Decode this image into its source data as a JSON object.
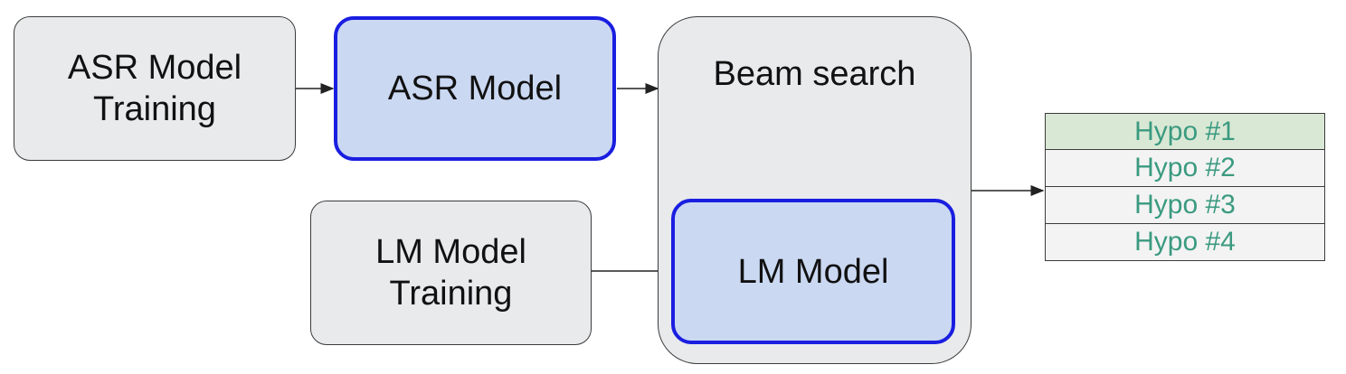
{
  "nodes": {
    "asr_training": "ASR Model Training",
    "asr_model": "ASR Model",
    "beam_search": "Beam search",
    "lm_training": "LM Model Training",
    "lm_model": "LM Model"
  },
  "hypotheses": [
    "Hypo #1",
    "Hypo #2",
    "Hypo #3",
    "Hypo #4"
  ],
  "colors": {
    "training_fill": "#e8eaeb",
    "model_fill": "#cad8f2",
    "model_border": "#1a1ee0",
    "hypo_text": "#3a9a80",
    "hypo_highlight": "#d9e8d4"
  }
}
